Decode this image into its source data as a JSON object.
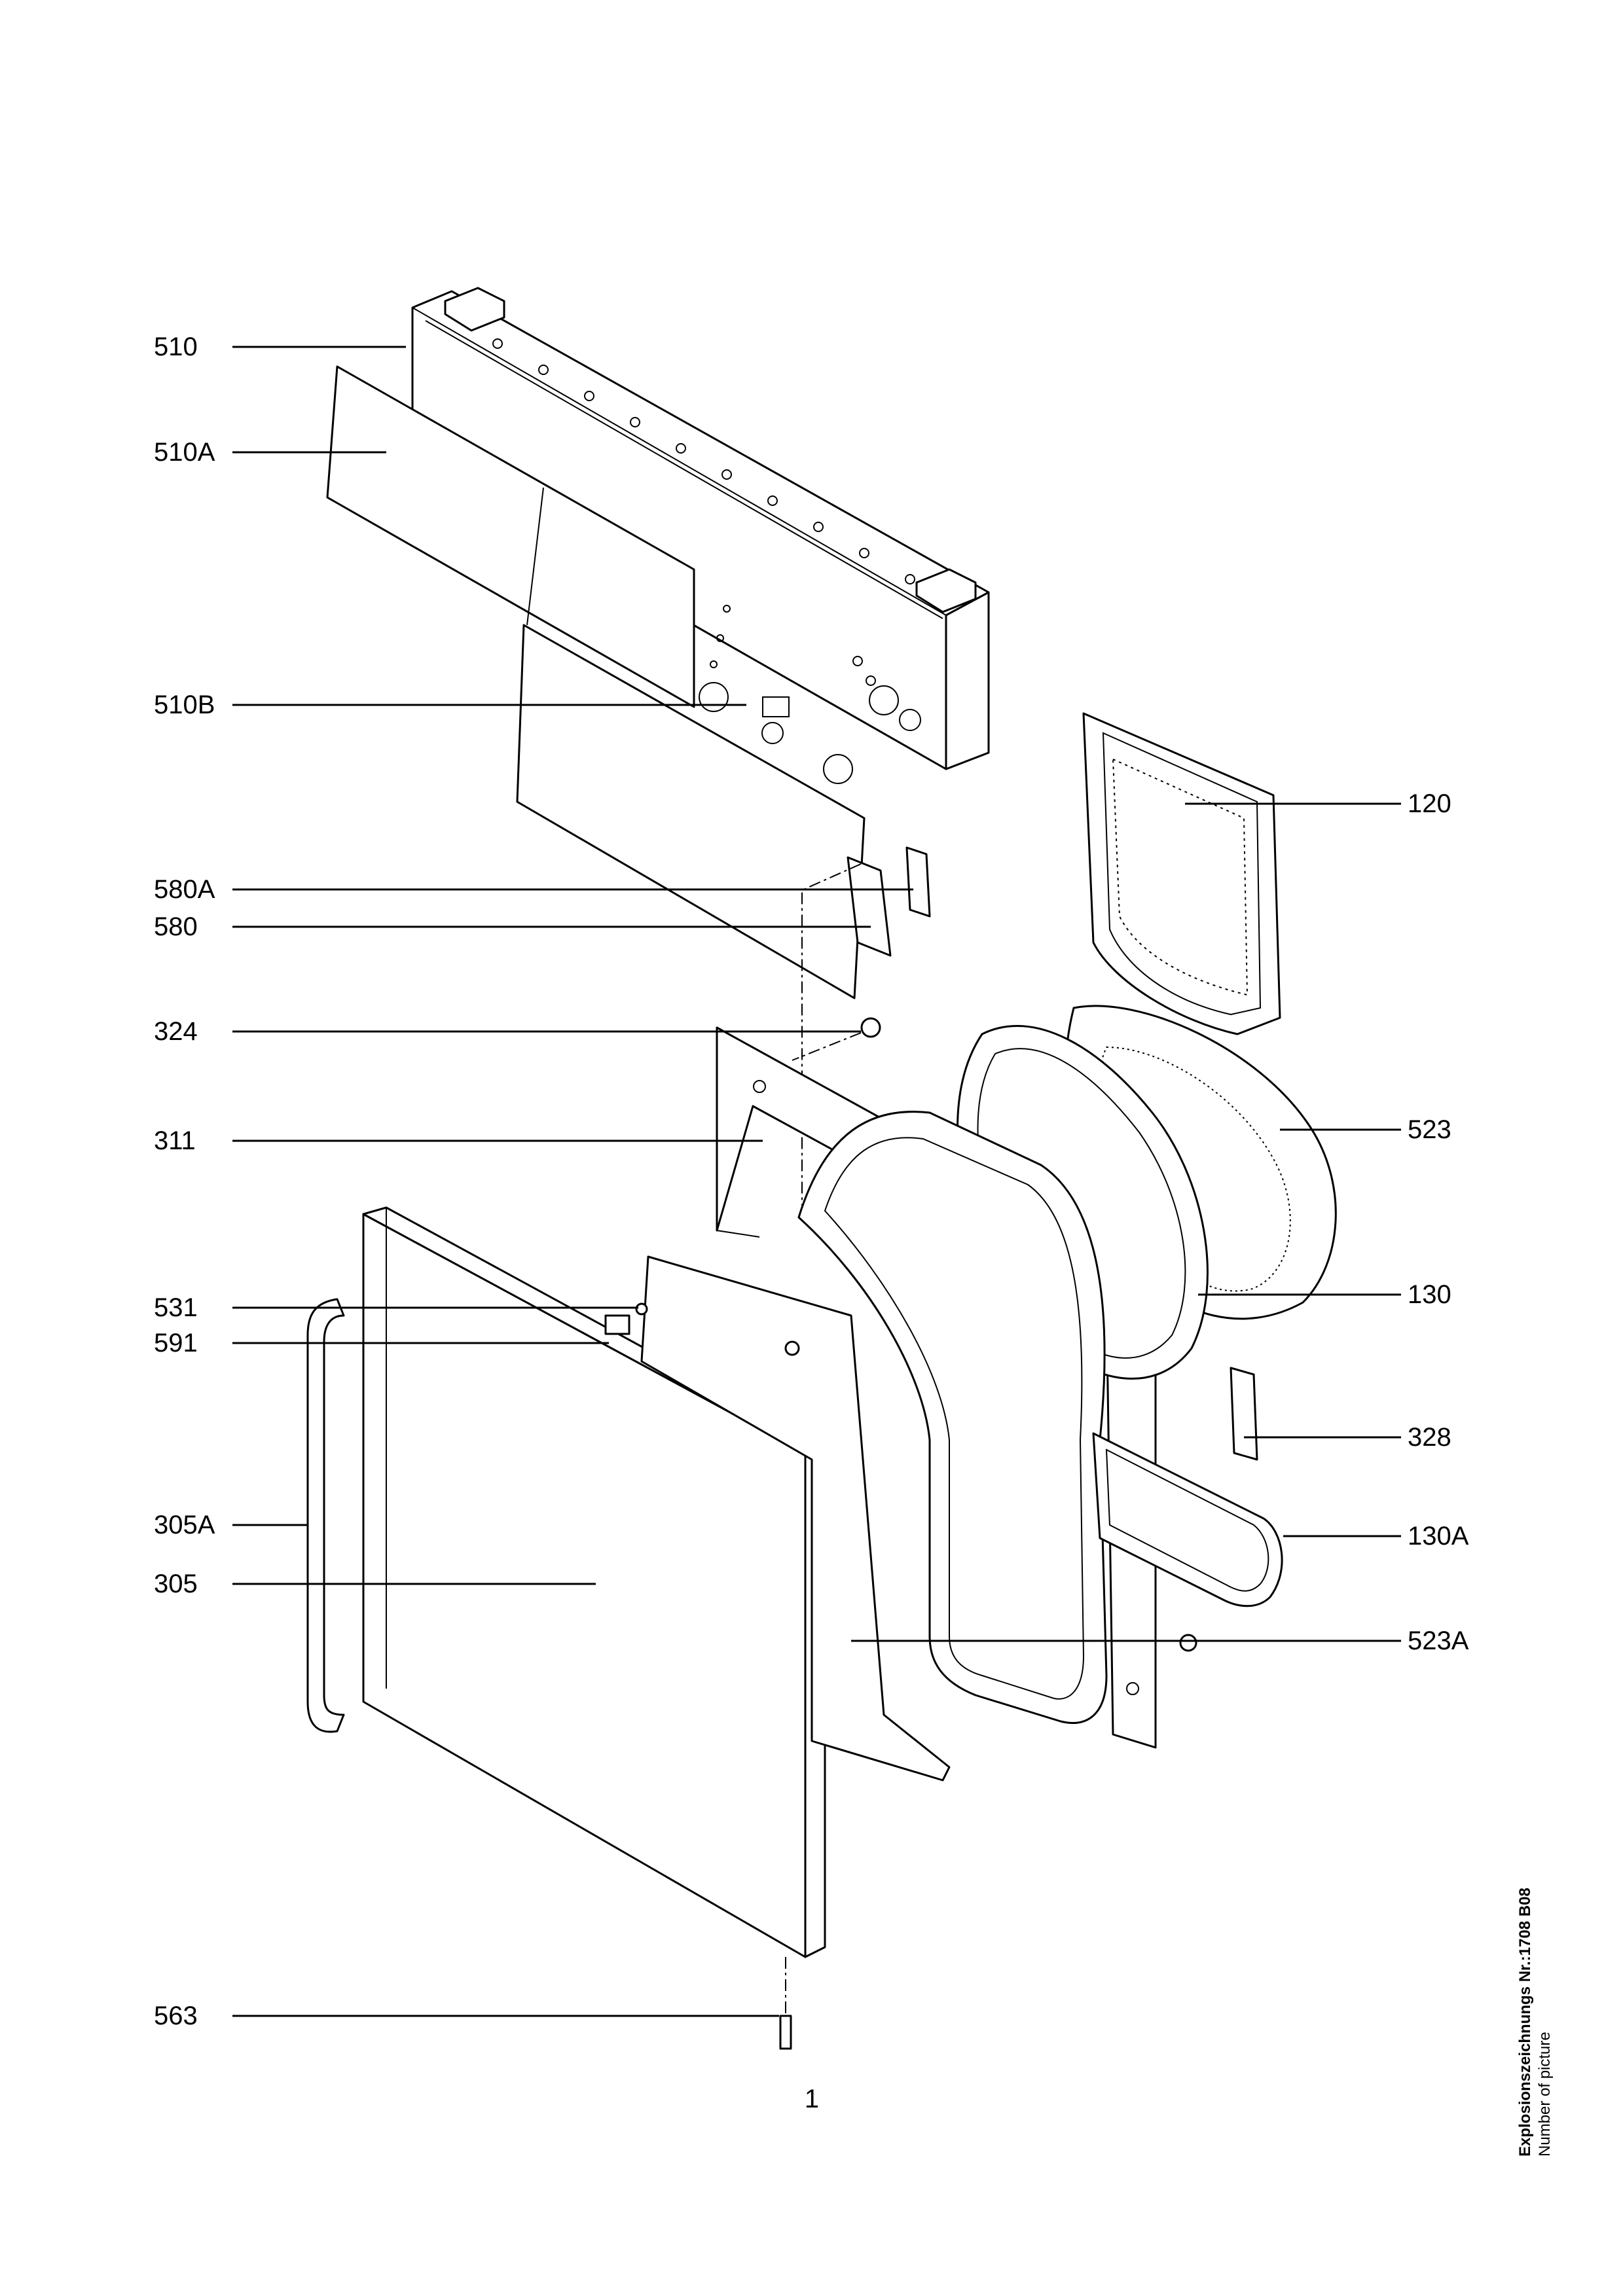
{
  "labels_left": [
    {
      "id": "510",
      "text": "510"
    },
    {
      "id": "510a",
      "text": "510A"
    },
    {
      "id": "510b",
      "text": "510B"
    },
    {
      "id": "580a",
      "text": "580A"
    },
    {
      "id": "580",
      "text": "580"
    },
    {
      "id": "324",
      "text": "324"
    },
    {
      "id": "311",
      "text": "311"
    },
    {
      "id": "531",
      "text": "531"
    },
    {
      "id": "591",
      "text": "591"
    },
    {
      "id": "305a",
      "text": "305A"
    },
    {
      "id": "305",
      "text": "305"
    },
    {
      "id": "563",
      "text": "563"
    }
  ],
  "labels_right": [
    {
      "id": "120",
      "text": "120"
    },
    {
      "id": "523",
      "text": "523"
    },
    {
      "id": "130",
      "text": "130"
    },
    {
      "id": "328",
      "text": "328"
    },
    {
      "id": "130a",
      "text": "130A"
    },
    {
      "id": "523a",
      "text": "523A"
    }
  ],
  "page_number": "1",
  "caption": {
    "line1": "Explosionszeichnungs Nr.:1708 B08",
    "line2": "Number of picture"
  }
}
